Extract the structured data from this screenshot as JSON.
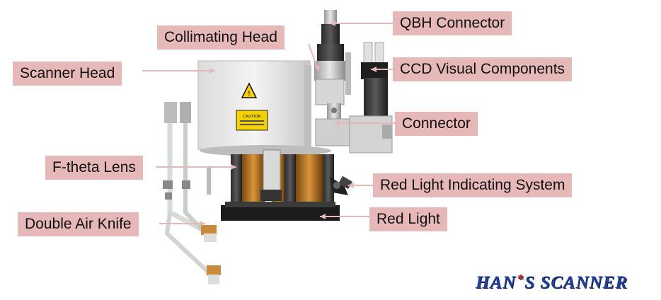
{
  "labels": {
    "qbh_connector": "QBH Connector",
    "collimating_head": "Collimating Head",
    "scanner_head": "Scanner Head",
    "ccd_visual": "CCD Visual Components",
    "connector": "Connector",
    "f_theta_lens": "F-theta Lens",
    "red_light_indicating": "Red Light Indicating System",
    "double_air_knife": "Double Air Knife",
    "red_light": "Red Light"
  },
  "warning_label": "CAUTION",
  "brand": {
    "left": "HAN",
    "star": "*",
    "right": "S SCANNER"
  },
  "colors": {
    "label_bg": "#e6b9b8",
    "leader_line": "#e6b9b8",
    "brand_blue": "#1f3f9a",
    "brand_star": "#d81e1e"
  }
}
